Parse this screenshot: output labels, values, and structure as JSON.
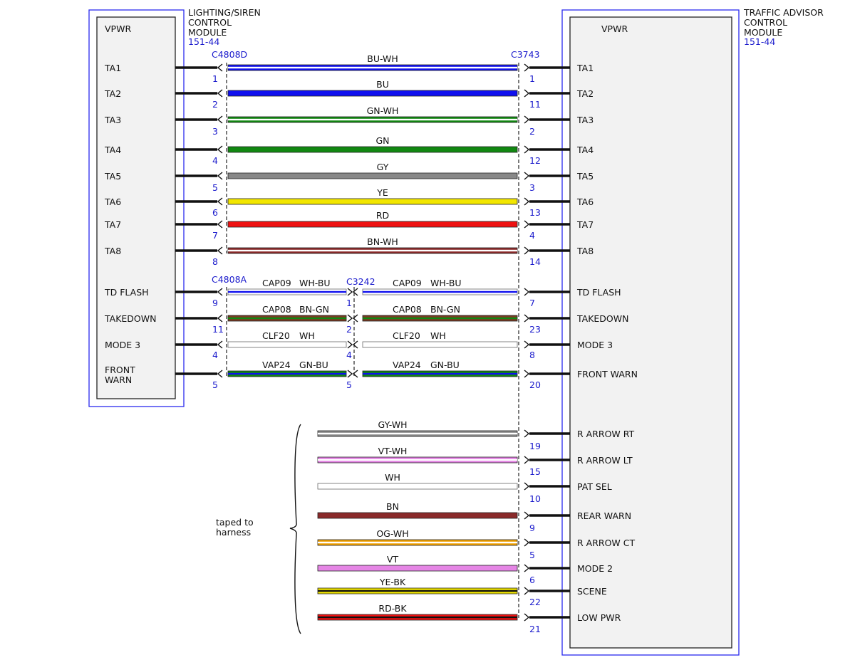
{
  "left_module": {
    "name_lines": [
      "LIGHTING/SIREN",
      "CONTROL",
      "MODULE"
    ],
    "ref": "151-44",
    "power": "VPWR"
  },
  "right_module": {
    "name_lines": [
      "TRAFFIC ADVISOR",
      "CONTROL",
      "MODULE"
    ],
    "ref": "151-44",
    "power": "VPWR"
  },
  "connectors": {
    "left_top": "C4808D",
    "left_bottom": "C4808A",
    "right": "C3743",
    "middle": "C3242"
  },
  "colors": {
    "BU": "#1010ee",
    "WH": "#ffffff",
    "GN": "#118811",
    "GY": "#888888",
    "YE": "#f2e600",
    "RD": "#ee1111",
    "BN": "#8a2a2a",
    "BN2": "#7a3a22",
    "VT": "#e585e5",
    "OG": "#f0a000",
    "BK": "#111111",
    "box": "#2a2aee"
  },
  "wires_a": [
    {
      "left_label": "TA1",
      "left_pin": "1",
      "label": "BU-WH",
      "right_pin": "1",
      "right_label": "TA1",
      "colors": [
        "BU",
        "WH"
      ]
    },
    {
      "left_label": "TA2",
      "left_pin": "2",
      "label": "BU",
      "right_pin": "11",
      "right_label": "TA2",
      "colors": [
        "BU"
      ]
    },
    {
      "left_label": "TA3",
      "left_pin": "3",
      "label": "GN-WH",
      "right_pin": "2",
      "right_label": "TA3",
      "colors": [
        "GN",
        "WH"
      ]
    },
    {
      "left_label": "TA4",
      "left_pin": "4",
      "label": "GN",
      "right_pin": "12",
      "right_label": "TA4",
      "colors": [
        "GN"
      ]
    },
    {
      "left_label": "TA5",
      "left_pin": "5",
      "label": "GY",
      "right_pin": "3",
      "right_label": "TA5",
      "colors": [
        "GY"
      ]
    },
    {
      "left_label": "TA6",
      "left_pin": "6",
      "label": "YE",
      "right_pin": "13",
      "right_label": "TA6",
      "colors": [
        "YE"
      ]
    },
    {
      "left_label": "TA7",
      "left_pin": "7",
      "label": "RD",
      "right_pin": "4",
      "right_label": "TA7",
      "colors": [
        "RD"
      ]
    },
    {
      "left_label": "TA8",
      "left_pin": "8",
      "label": "BN-WH",
      "right_pin": "14",
      "right_label": "TA8",
      "colors": [
        "BN",
        "WH"
      ]
    }
  ],
  "wires_b": [
    {
      "left_label": "TD FLASH",
      "left_pin": "9",
      "mid_pin": "1",
      "circuit": "CAP09",
      "color_label": "WH-BU",
      "right_pin": "7",
      "right_label": "TD FLASH",
      "colors": [
        "WH",
        "BU"
      ]
    },
    {
      "left_label": "TAKEDOWN",
      "left_pin": "11",
      "mid_pin": "2",
      "circuit": "CAP08",
      "color_label": "BN-GN",
      "right_pin": "23",
      "right_label": "TAKEDOWN",
      "colors": [
        "BN2",
        "GN"
      ]
    },
    {
      "left_label": "MODE 3",
      "left_pin": "4",
      "mid_pin": "4",
      "circuit": "CLF20",
      "color_label": "WH",
      "right_pin": "8",
      "right_label": "MODE 3",
      "colors": [
        "WH"
      ]
    },
    {
      "left_label_lines": [
        "FRONT",
        "WARN"
      ],
      "left_pin": "5",
      "mid_pin": "5",
      "circuit": "VAP24",
      "color_label": "GN-BU",
      "right_pin": "20",
      "right_label": "FRONT WARN",
      "colors": [
        "GN",
        "BU"
      ]
    }
  ],
  "taped": {
    "label_lines": [
      "taped to",
      "harness"
    ],
    "wires": [
      {
        "label": "GY-WH",
        "right_pin": "19",
        "right_label": "R ARROW RT",
        "colors": [
          "GY",
          "WH"
        ]
      },
      {
        "label": "VT-WH",
        "right_pin": "15",
        "right_label": "R ARROW LT",
        "colors": [
          "VT",
          "WH"
        ]
      },
      {
        "label": "WH",
        "right_pin": "10",
        "right_label": "PAT SEL",
        "colors": [
          "WH"
        ]
      },
      {
        "label": "BN",
        "right_pin": "9",
        "right_label": "REAR WARN",
        "colors": [
          "BN"
        ]
      },
      {
        "label": "OG-WH",
        "right_pin": "5",
        "right_label": "R ARROW CT",
        "colors": [
          "OG",
          "WH"
        ]
      },
      {
        "label": "VT",
        "right_pin": "6",
        "right_label": "MODE 2",
        "colors": [
          "VT"
        ]
      },
      {
        "label": "YE-BK",
        "right_pin": "22",
        "right_label": "SCENE",
        "colors": [
          "YE",
          "BK"
        ]
      },
      {
        "label": "RD-BK",
        "right_pin": "21",
        "right_label": "LOW PWR",
        "colors": [
          "RD",
          "BK"
        ]
      }
    ]
  }
}
